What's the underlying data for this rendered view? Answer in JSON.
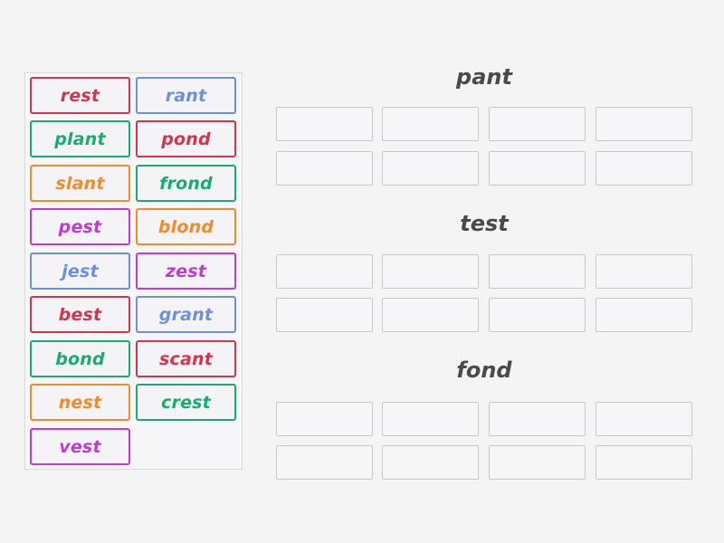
{
  "word_bank": {
    "cards": [
      {
        "word": "rest",
        "color": "red"
      },
      {
        "word": "rant",
        "color": "blue"
      },
      {
        "word": "plant",
        "color": "green"
      },
      {
        "word": "pond",
        "color": "red"
      },
      {
        "word": "slant",
        "color": "orange"
      },
      {
        "word": "frond",
        "color": "green"
      },
      {
        "word": "pest",
        "color": "purple"
      },
      {
        "word": "blond",
        "color": "orange"
      },
      {
        "word": "jest",
        "color": "blue"
      },
      {
        "word": "zest",
        "color": "purple"
      },
      {
        "word": "best",
        "color": "red"
      },
      {
        "word": "grant",
        "color": "blue"
      },
      {
        "word": "bond",
        "color": "green"
      },
      {
        "word": "scant",
        "color": "red"
      },
      {
        "word": "nest",
        "color": "orange"
      },
      {
        "word": "crest",
        "color": "green"
      },
      {
        "word": "vest",
        "color": "purple"
      }
    ]
  },
  "groups": [
    {
      "title": "pant",
      "slots": 8
    },
    {
      "title": "test",
      "slots": 8
    },
    {
      "title": "fond",
      "slots": 8
    }
  ],
  "colors": {
    "red": "#d6334e",
    "blue": "#6c8fe0",
    "green": "#1aab72",
    "orange": "#f28b2c",
    "purple": "#c13ad6",
    "heading": "#4a4a4d"
  }
}
